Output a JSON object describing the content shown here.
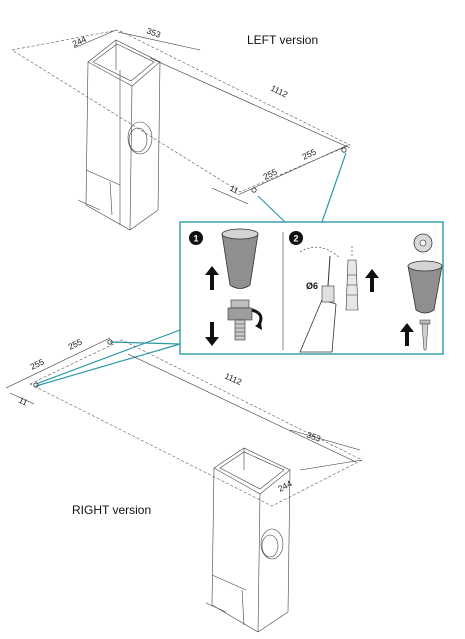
{
  "labels": {
    "left_version": "LEFT version",
    "right_version": "RIGHT version"
  },
  "left_dims": {
    "d244": "244",
    "d353": "353",
    "d1112": "1112",
    "d255a": "255",
    "d255b": "255",
    "d11": "11"
  },
  "right_dims": {
    "d255a": "255",
    "d255b": "255",
    "d11": "11",
    "d1112": "1112",
    "d353": "353",
    "d244": "244"
  },
  "detail": {
    "step1": "1",
    "step2": "2",
    "drill_size": "Ø6"
  },
  "colors": {
    "accent": "#2e9aa8",
    "step_badge": "#111111",
    "foot_grey": "#8a8a8a"
  }
}
